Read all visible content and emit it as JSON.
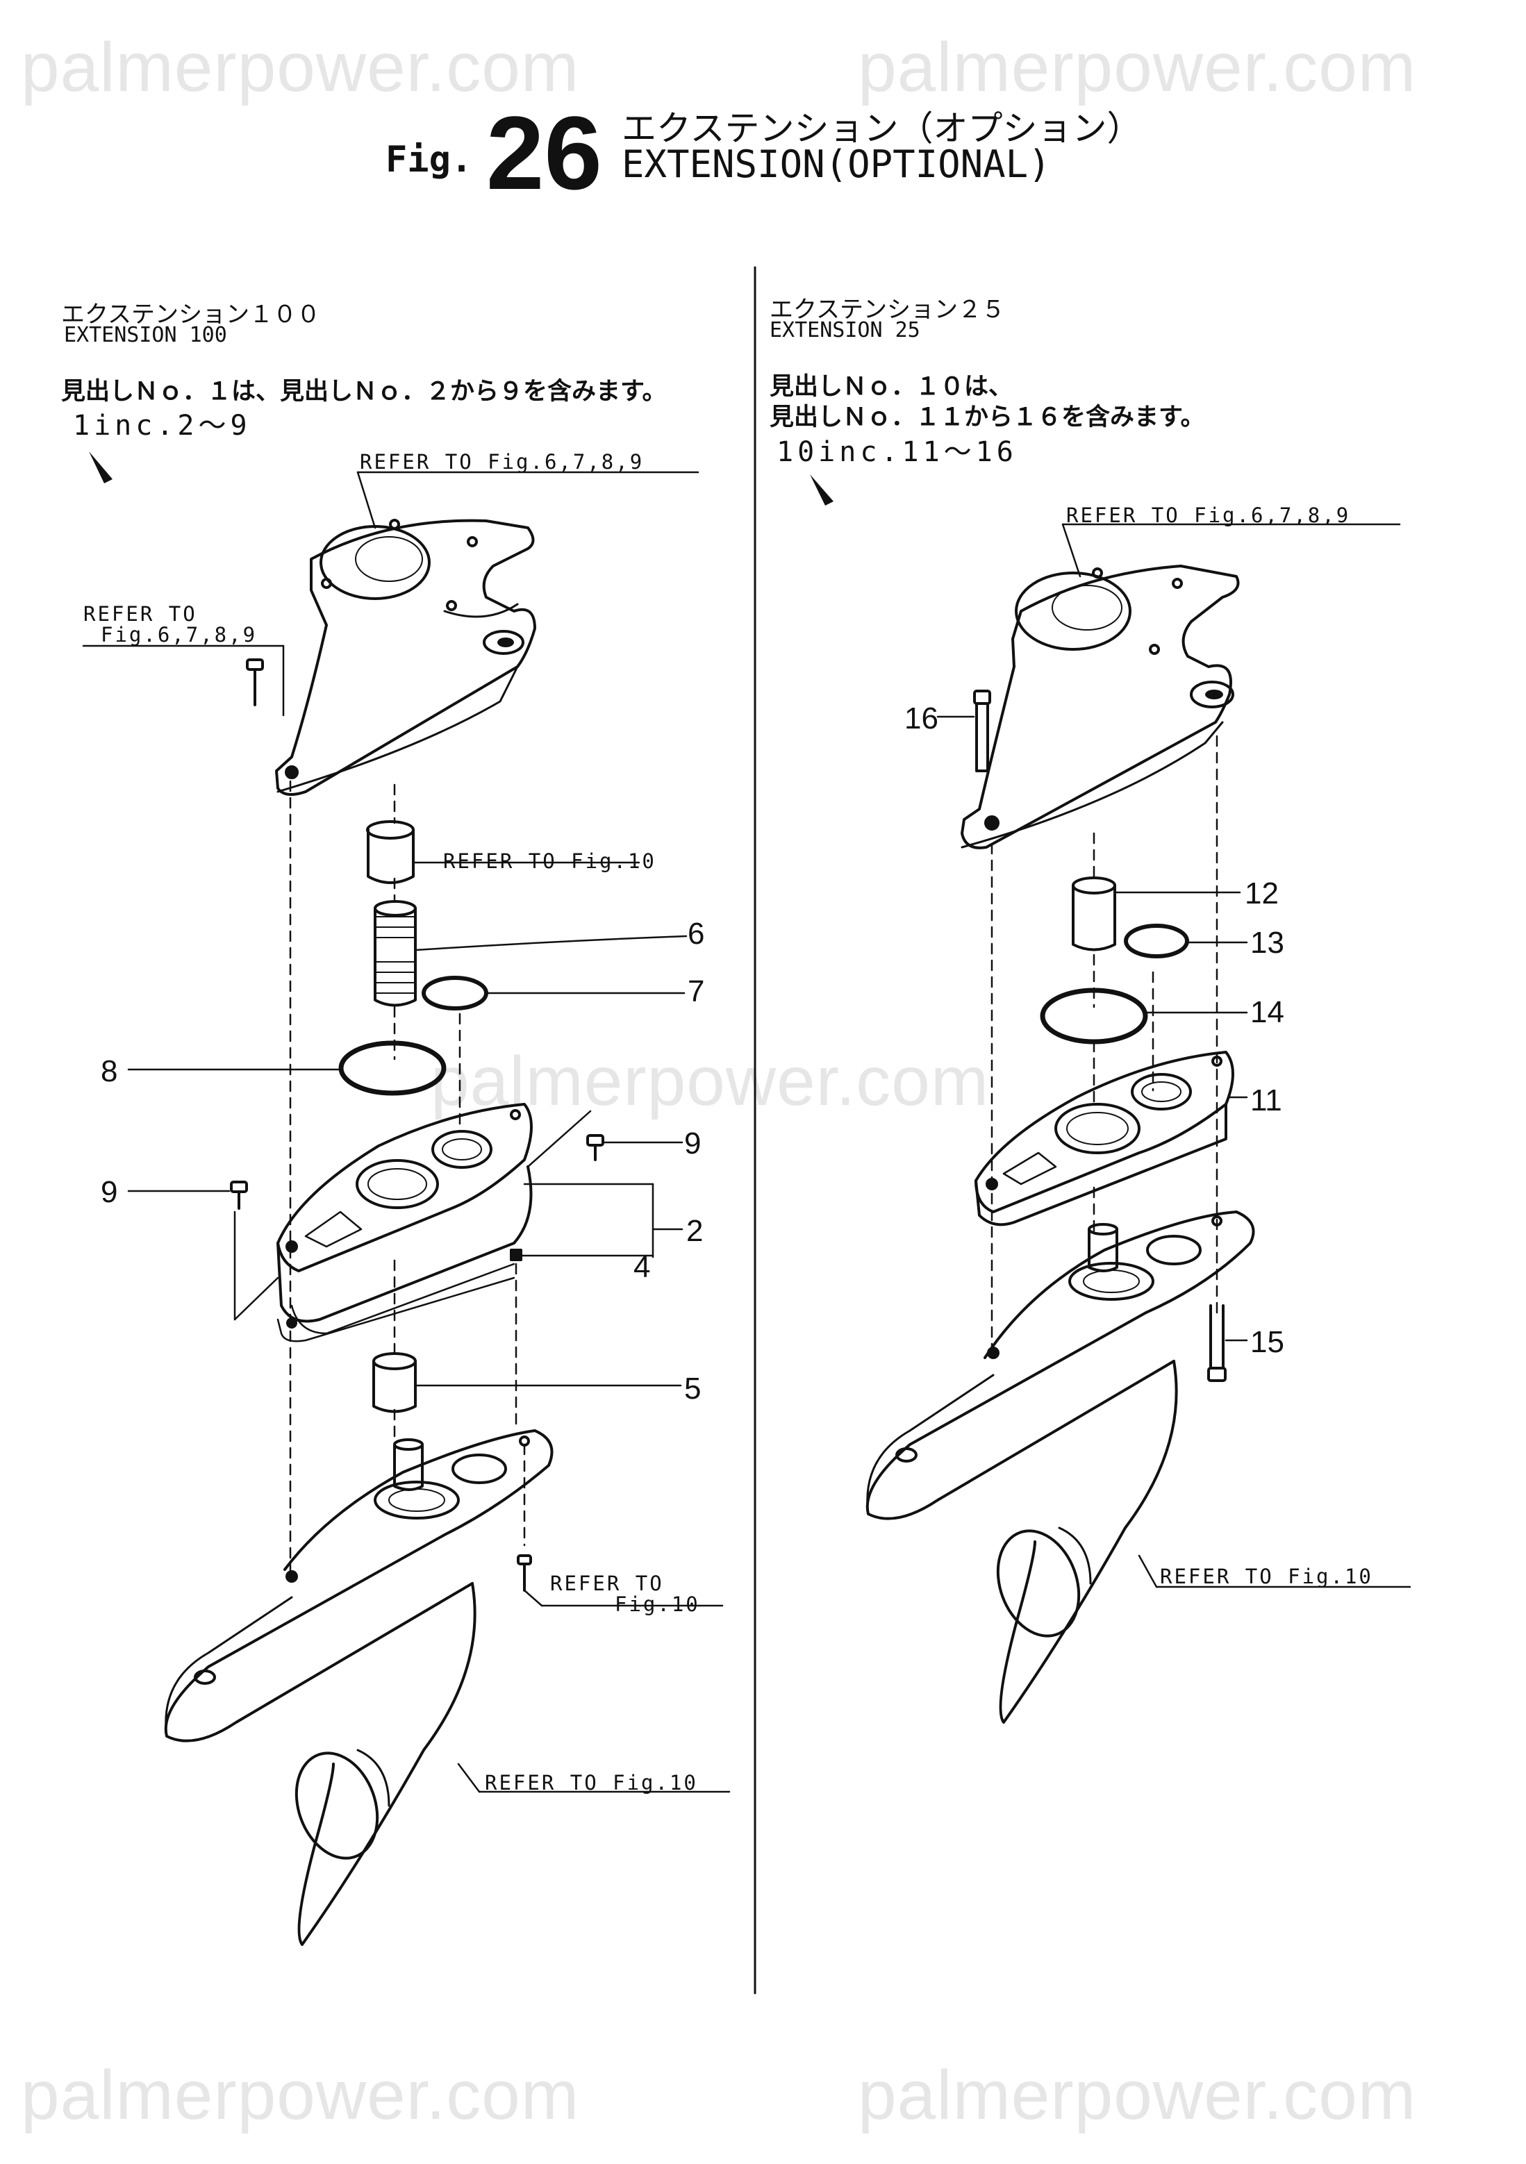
{
  "watermark": "palmerpower.com",
  "figure": {
    "label": "Fig.",
    "number": "26",
    "title_jp": "エクステンション（オプション）",
    "title_en": "EXTENSION(OPTIONAL)"
  },
  "left_panel": {
    "heading_jp": "エクステンション１００",
    "heading_en": "EXTENSION 100",
    "note_jp": "見出しＮｏ．１は、見出しＮｏ．２から９を含みます。",
    "note_inc": "1inc.2～9",
    "refs": {
      "top": "REFER TO Fig.6,7,8,9",
      "bolt_line1": "REFER TO",
      "bolt_line2": "Fig.6,7,8,9",
      "mid": "REFER TO Fig.10",
      "lower_line1": "REFER TO",
      "lower_line2": "Fig.10",
      "bottom": "REFER TO Fig.10"
    },
    "callouts": {
      "c6": "6",
      "c7": "7",
      "c8": "8",
      "c9a": "9",
      "c9b": "9",
      "c2": "2",
      "c4": "4",
      "c5": "5"
    }
  },
  "right_panel": {
    "heading_jp": "エクステンション２５",
    "heading_en": "EXTENSION 25",
    "note_jp_line1": "見出しＮｏ．１０は、",
    "note_jp_line2": "見出しＮｏ．１１から１６を含みます。",
    "note_inc": "10inc.11～16",
    "refs": {
      "top": "REFER TO Fig.6,7,8,9",
      "bottom": "REFER TO Fig.10"
    },
    "callouts": {
      "c16": "16",
      "c12": "12",
      "c13": "13",
      "c14": "14",
      "c11": "11",
      "c15": "15"
    }
  }
}
